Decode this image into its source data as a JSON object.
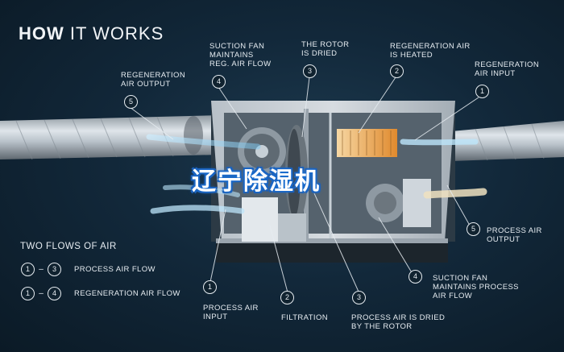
{
  "title": {
    "bold": "HOW",
    "light": "IT WORKS"
  },
  "banner": "辽宁除湿机",
  "callouts": {
    "regen_output_top": {
      "num": "5",
      "text": "REGENERATION\nAIR OUTPUT"
    },
    "suction_regen": {
      "num": "4",
      "text": "SUCTION FAN\nMAINTAINS\nREG. AIR FLOW"
    },
    "rotor_dried": {
      "num": "3",
      "text": "THE ROTOR\nIS DRIED"
    },
    "regen_heated": {
      "num": "2",
      "text": "REGENERATION AIR\nIS HEATED"
    },
    "regen_input": {
      "num": "1",
      "text": "REGENERATION\nAIR INPUT"
    },
    "process_output": {
      "num": "5",
      "text": "PROCESS AIR\nOUTPUT"
    },
    "suction_process": {
      "num": "4",
      "text": "SUCTION FAN\nMAINTAINS PROCESS\nAIR FLOW"
    },
    "process_input": {
      "num": "1",
      "text": "PROCESS AIR\nINPUT"
    },
    "filtration": {
      "num": "2",
      "text": "FILTRATION"
    },
    "process_dried": {
      "num": "3",
      "text": "PROCESS AIR IS DRIED\nBY THE ROTOR"
    }
  },
  "legend": {
    "title": "TWO FLOWS OF AIR",
    "rows": [
      {
        "from": "1",
        "to": "3",
        "label": "PROCESS AIR FLOW"
      },
      {
        "from": "1",
        "to": "4",
        "label": "REGENERATION AIR FLOW"
      }
    ]
  },
  "colors": {
    "background": "#12283a",
    "text": "#e6ecf1",
    "duct": "#b9c3cc",
    "housing": "#d7dde2",
    "heater": "#e4a04a",
    "air_flow": "#a9dcf5",
    "banner_glow": "#1a6fd1"
  }
}
